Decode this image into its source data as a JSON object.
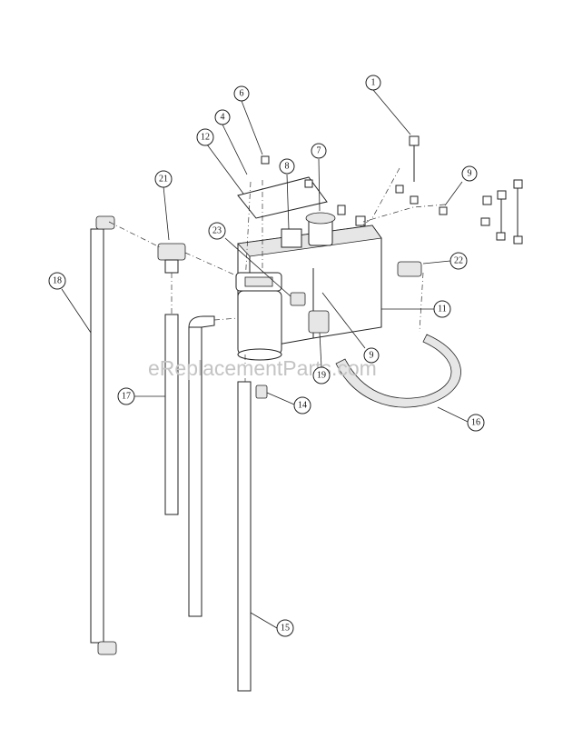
{
  "watermark": "eReplacementParts.com",
  "callouts": {
    "c1": "1",
    "c4": "4",
    "c6": "6",
    "c7": "7",
    "c8": "8",
    "c9a": "9",
    "c9b": "9",
    "c11": "11",
    "c12": "12",
    "c14": "14",
    "c15": "15",
    "c16": "16",
    "c17": "17",
    "c18": "18",
    "c19": "19",
    "c21": "21",
    "c22": "22",
    "c23": "23"
  }
}
